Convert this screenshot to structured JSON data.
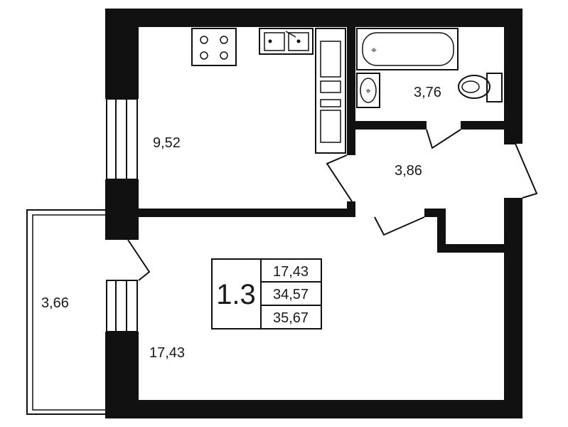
{
  "rooms": {
    "kitchen": "9,52",
    "bathroom": "3,76",
    "hall": "3,86",
    "balcony": "3,66",
    "living": "17,43"
  },
  "apartment": {
    "type": "1.3",
    "living_area": "17,43",
    "total_area": "34,57",
    "total_area_with_balcony": "35,67"
  }
}
